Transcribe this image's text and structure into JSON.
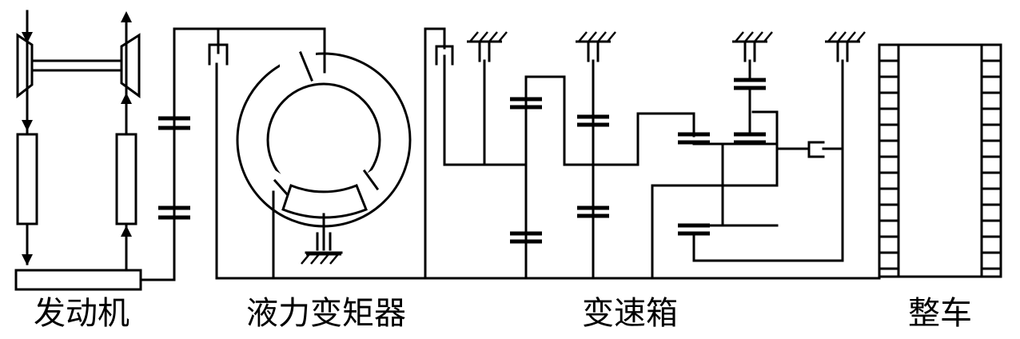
{
  "labels": {
    "engine": "发动机",
    "torque_converter": "液力变矩器",
    "gearbox": "变速箱",
    "vehicle": "整车"
  },
  "colors": {
    "line": "#000000",
    "background": "#ffffff"
  }
}
